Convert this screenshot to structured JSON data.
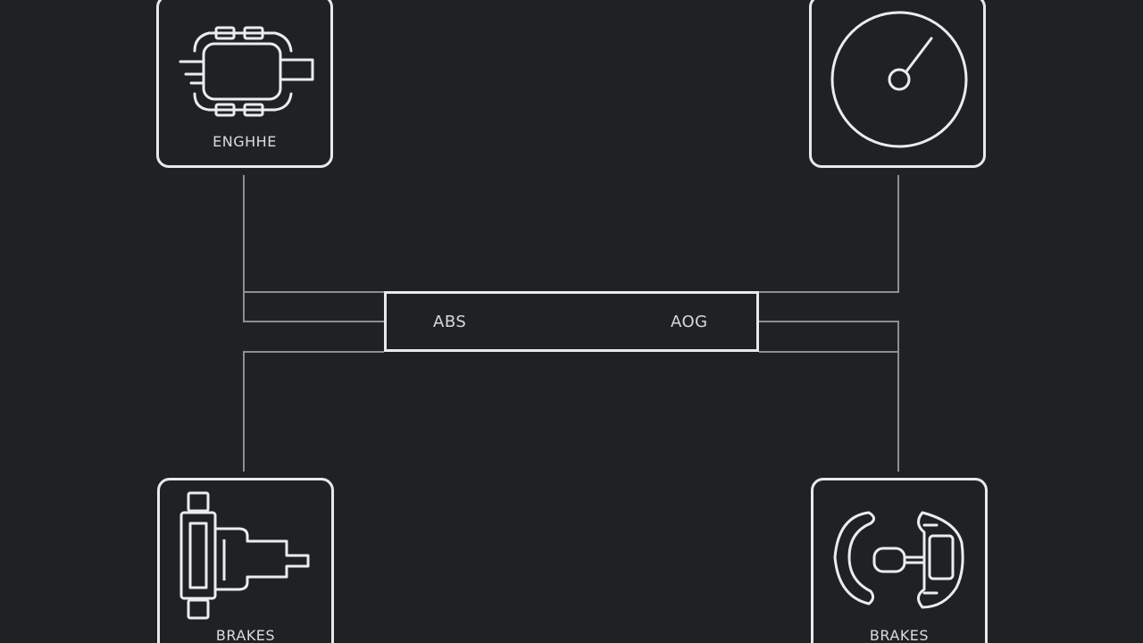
{
  "nodes": {
    "engine": {
      "label": "ENGHHE",
      "icon": "engine-icon"
    },
    "gauge": {
      "label": "",
      "icon": "gauge-icon"
    },
    "brakes_left": {
      "label": "BRAKES",
      "icon": "brake-caliper-icon"
    },
    "brakes_right": {
      "label": "BRAKES",
      "icon": "brake-pads-icon"
    }
  },
  "bus": {
    "left_label": "ABS",
    "right_label": "AOG"
  },
  "colors": {
    "background": "#1f2225",
    "stroke": "#e9e9e9",
    "wire": "#8c8f92"
  }
}
